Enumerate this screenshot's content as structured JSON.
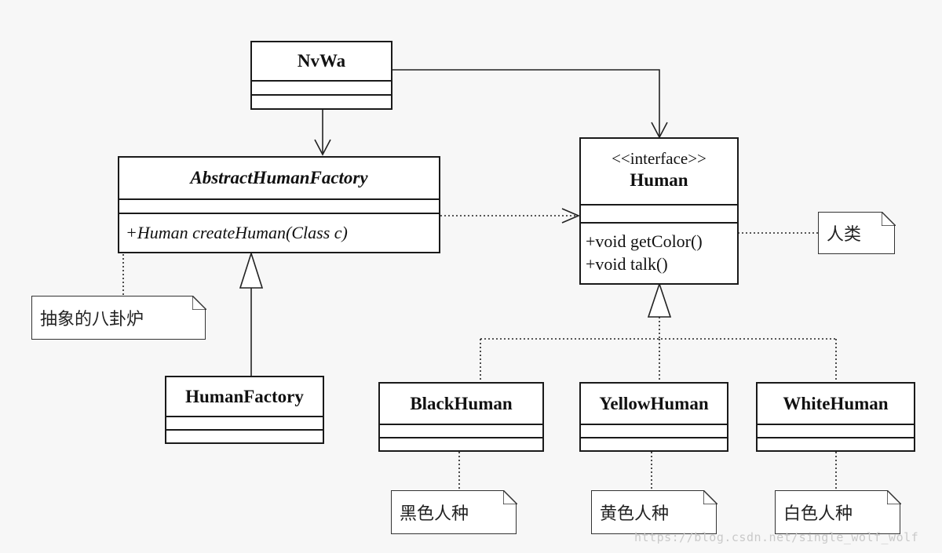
{
  "classes": {
    "nvwa": {
      "name": "NvWa"
    },
    "abstract_factory": {
      "name": "AbstractHumanFactory",
      "method": "+Human createHuman(Class c)"
    },
    "human": {
      "stereotype": "<<interface>>",
      "name": "Human",
      "methods": [
        "+void getColor()",
        "+void talk()"
      ]
    },
    "human_factory": {
      "name": "HumanFactory"
    },
    "black_human": {
      "name": "BlackHuman"
    },
    "yellow_human": {
      "name": "YellowHuman"
    },
    "white_human": {
      "name": "WhiteHuman"
    }
  },
  "notes": {
    "human_note": "人类",
    "factory_note": "抽象的八卦炉",
    "black_note": "黑色人种",
    "yellow_note": "黄色人种",
    "white_note": "白色人种"
  },
  "watermark": "https://blog.csdn.net/single_wolf_wolf"
}
